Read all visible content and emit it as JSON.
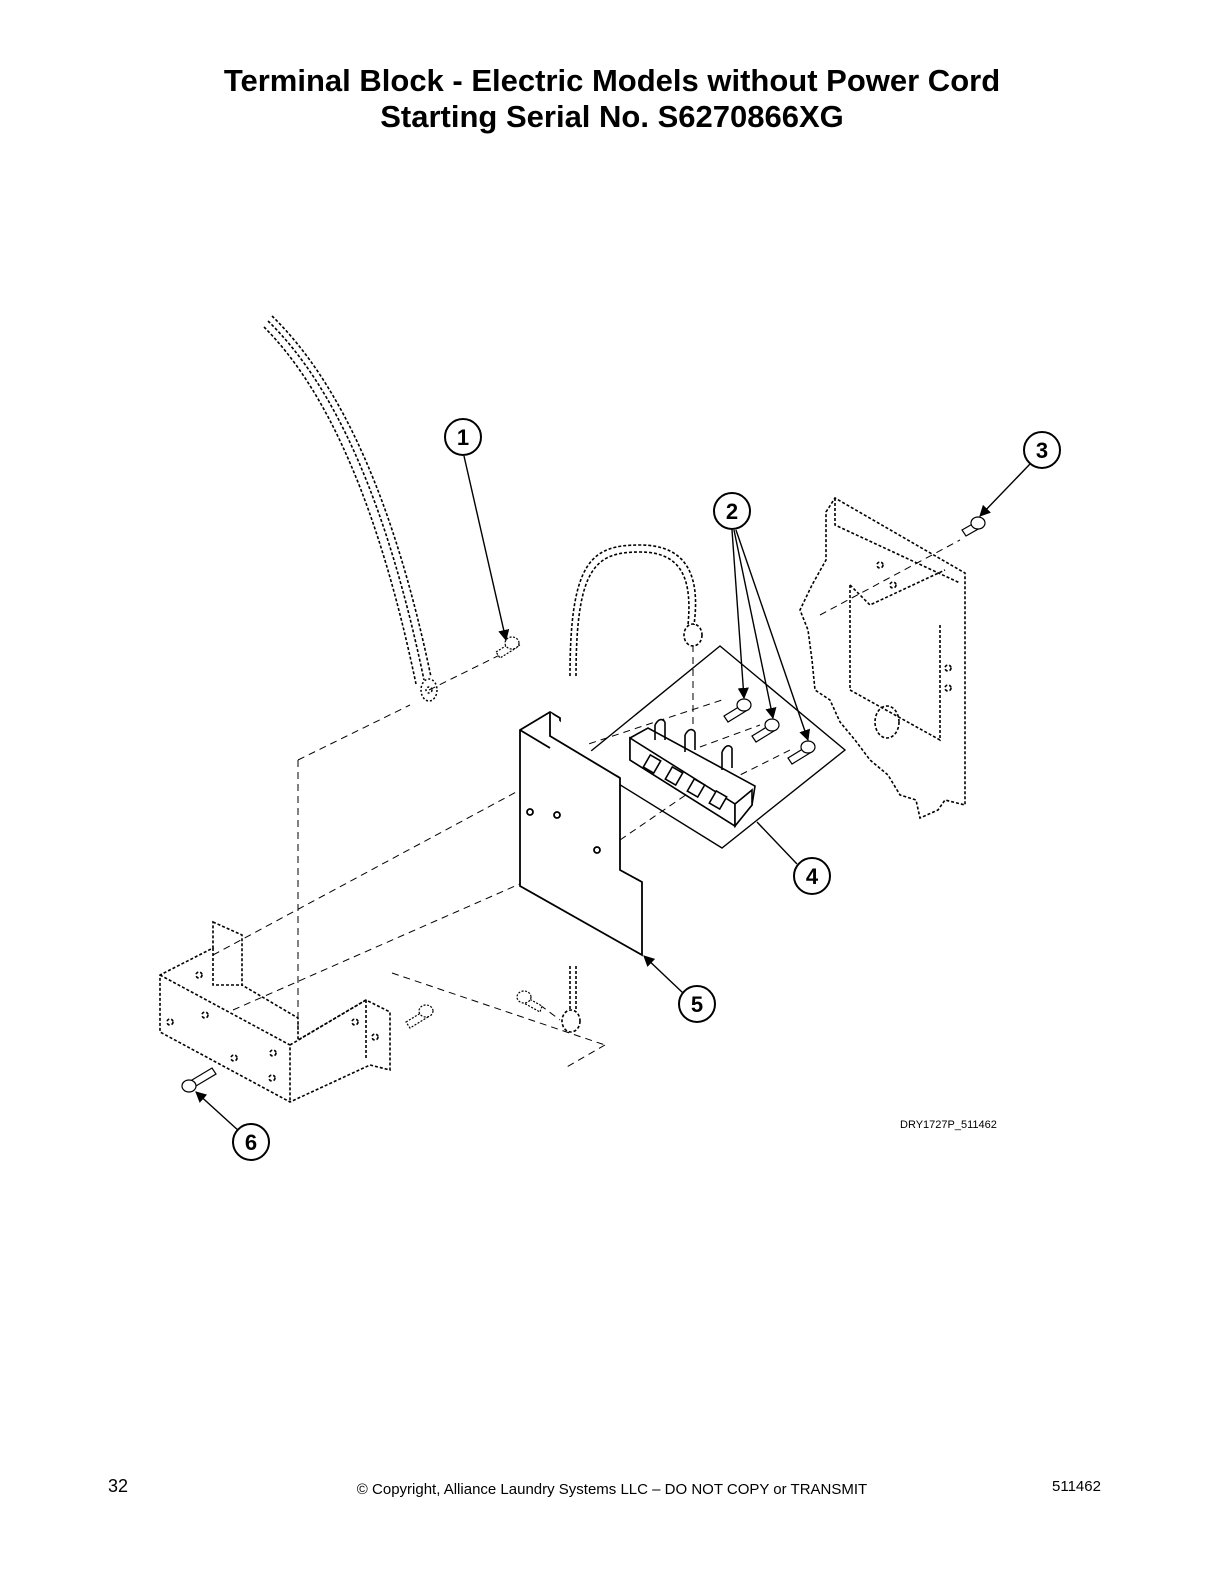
{
  "title_line1": "Terminal Block - Electric Models without Power Cord",
  "title_line2": "Starting Serial No. S6270866XG",
  "callouts": [
    "1",
    "2",
    "3",
    "4",
    "5",
    "6"
  ],
  "drawing_ref": "DRY1727P_511462",
  "footer": {
    "page_number": "32",
    "copyright": "© Copyright, Alliance Laundry Systems LLC – DO NOT COPY or TRANSMIT",
    "doc_number": "511462"
  }
}
